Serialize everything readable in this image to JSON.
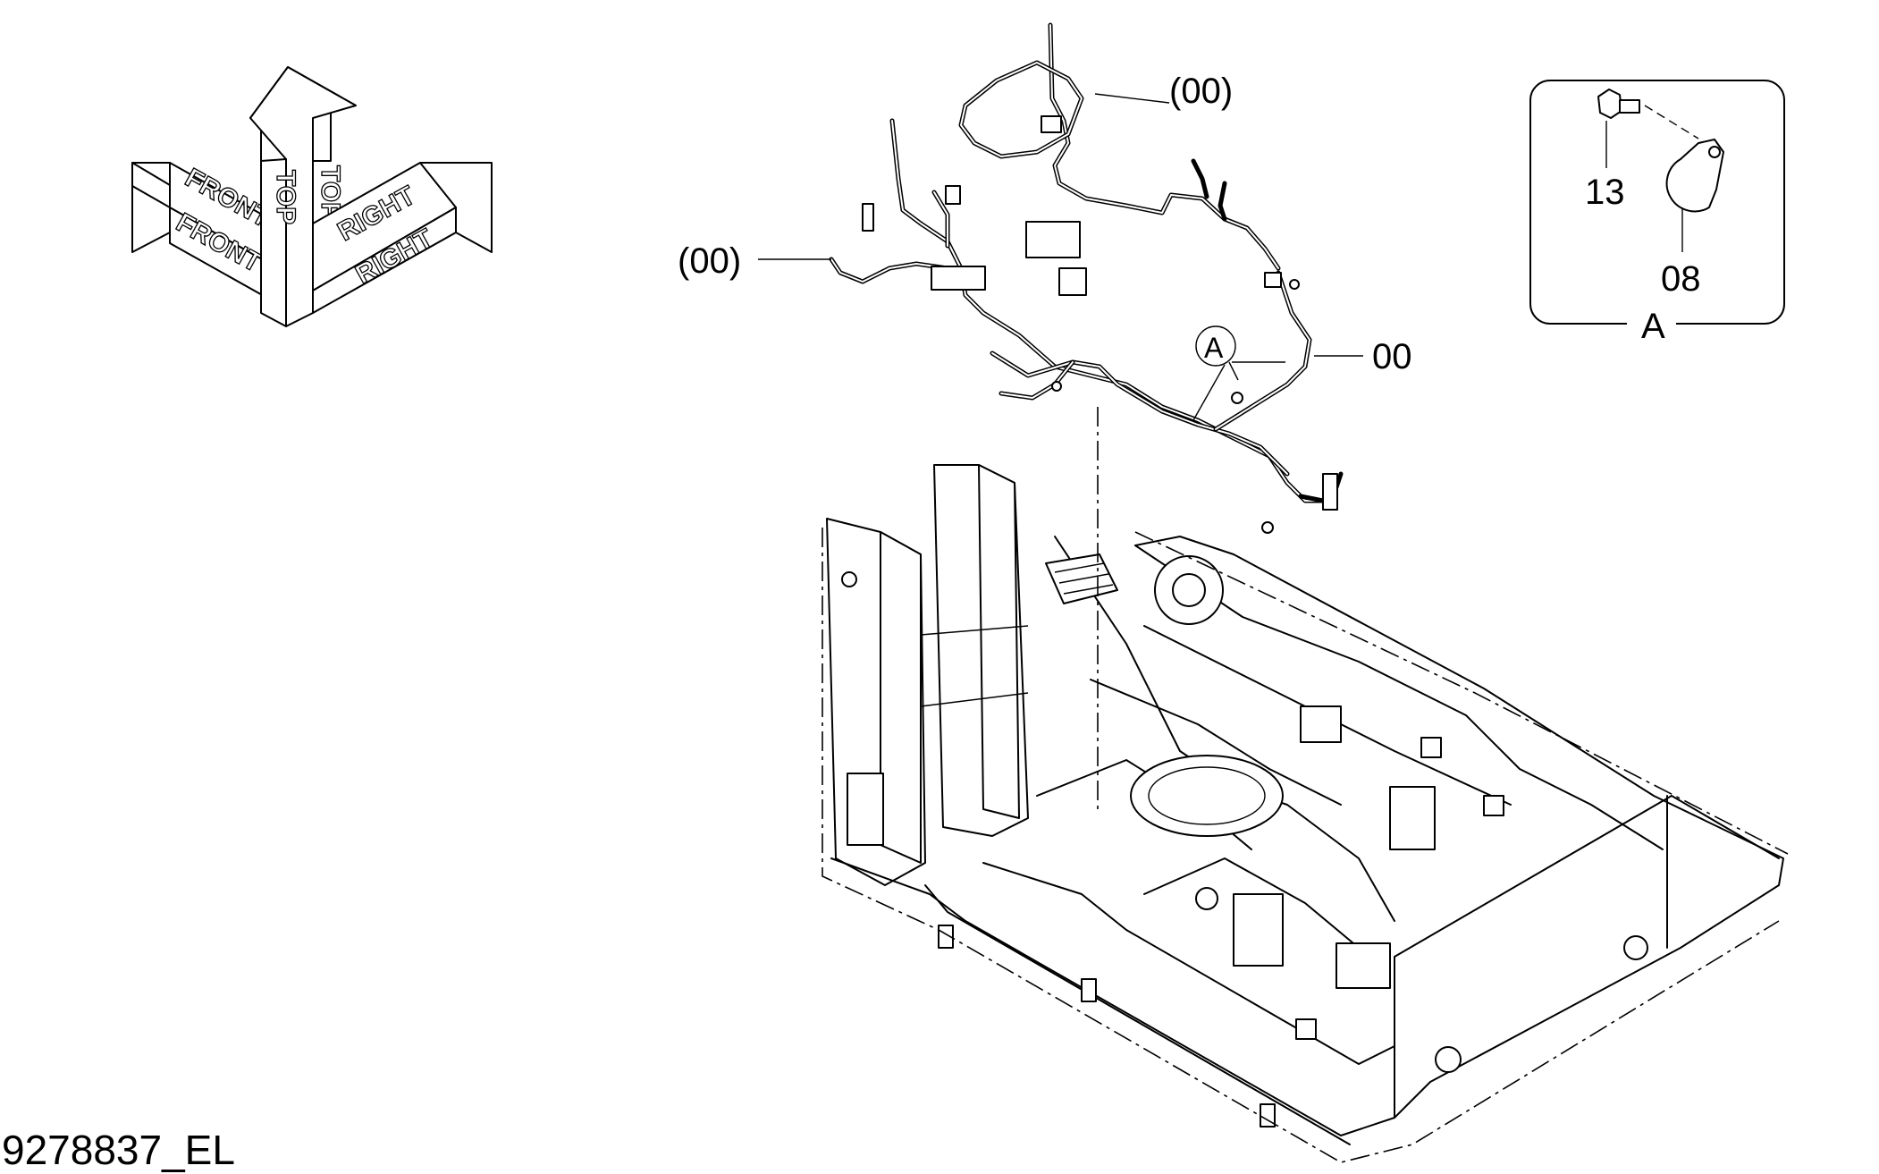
{
  "drawing_code": "9278837_EL",
  "orientation_arrows": {
    "front": "FRONT",
    "top": "TOP",
    "right": "RIGHT"
  },
  "callouts": {
    "harness_top": "(00)",
    "harness_left": "(00)",
    "harness_main": "00",
    "view_marker": "A"
  },
  "detail_view": {
    "label": "A",
    "bolt_ref": "13",
    "clamp_ref": "08"
  }
}
